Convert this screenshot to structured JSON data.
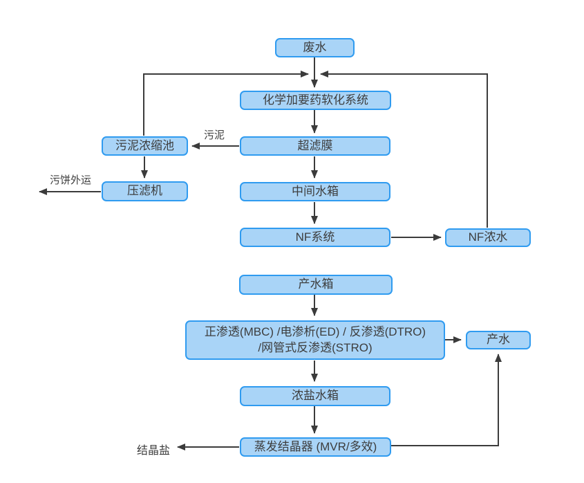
{
  "diagram": {
    "type": "flowchart",
    "language": "zh-CN",
    "nodes": [
      {
        "id": "wastewater",
        "label": "废水"
      },
      {
        "id": "chemical-softening",
        "label": "化学加要药软化系统"
      },
      {
        "id": "ultrafiltration",
        "label": "超滤膜"
      },
      {
        "id": "sludge-thickener",
        "label": "污泥浓缩池"
      },
      {
        "id": "filter-press",
        "label": "压滤机"
      },
      {
        "id": "intermediate-tank",
        "label": "中间水箱"
      },
      {
        "id": "nf-system",
        "label": "NF系统"
      },
      {
        "id": "nf-concentrate",
        "label": "NF浓水"
      },
      {
        "id": "product-water-tank",
        "label": "产水箱"
      },
      {
        "id": "membrane-treatment",
        "label": "正渗透(MBC) /电渗析(ED) / 反渗透(DTRO)\n/网管式反渗透(STRO)"
      },
      {
        "id": "product-water",
        "label": "产水"
      },
      {
        "id": "brine-tank",
        "label": "浓盐水箱"
      },
      {
        "id": "evaporator-crystallizer",
        "label": "蒸发结晶器 (MVR/多效)"
      }
    ],
    "edge_labels": [
      {
        "id": "sludge",
        "text": "污泥"
      },
      {
        "id": "sludge-cake-out",
        "text": "污饼外运"
      },
      {
        "id": "crystal-salt-out",
        "text": "结晶盐"
      }
    ],
    "flows": [
      "废水 → 化学加要药软化系统",
      "化学加要药软化系统 → 超滤膜",
      "超滤膜 → 污泥浓缩池 (污泥)",
      "污泥浓缩池 → 压滤机",
      "压滤机 → 污饼外运",
      "污泥浓缩池 → 回流至化学加要药软化系统",
      "超滤膜 → 中间水箱",
      "中间水箱 → NF系统",
      "NF系统 → NF浓水",
      "NF浓水 → 回流至化学加要药软化系统",
      "产水箱 → 正渗透(MBC)/电渗析(ED)/反渗透(DTRO)/网管式反渗透(STRO)",
      "膜处理 → 产水",
      "膜处理 → 浓盐水箱",
      "浓盐水箱 → 蒸发结晶器 (MVR/多效)",
      "蒸发结晶器 → 结晶盐",
      "蒸发结晶器 → 产水"
    ],
    "colors": {
      "node-fill": "#a9d4f7",
      "node-border": "#2f9bf0",
      "line": "#3b3b3b",
      "text": "#3d3d3d",
      "bg": "#ffffff"
    }
  }
}
